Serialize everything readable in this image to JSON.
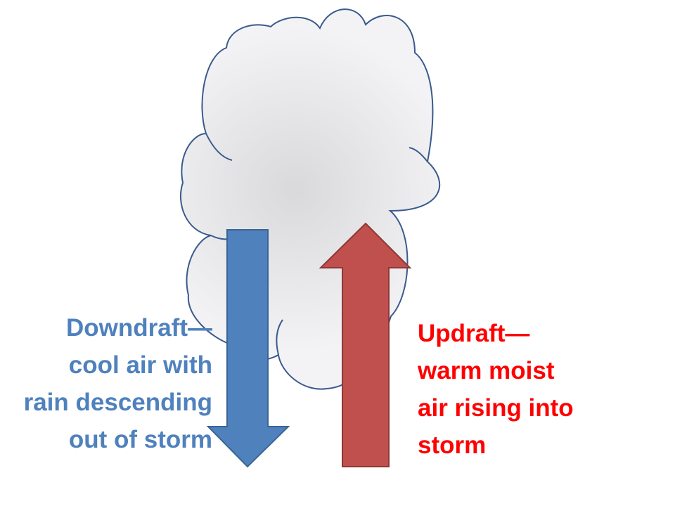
{
  "colors": {
    "cloud_outline": "#3a5a8c",
    "cloud_center": "#d9d9db",
    "cloud_edge": "#f3f3f5",
    "downdraft_fill": "#4f81bd",
    "downdraft_stroke": "#3a6496",
    "downdraft_text": "#4f81bd",
    "updraft_fill": "#c0504d",
    "updraft_stroke": "#8c3835",
    "updraft_text": "#ff0000"
  },
  "downdraft": {
    "lines": [
      "Downdraft—",
      "cool air with",
      "rain descending",
      "out of storm"
    ]
  },
  "updraft": {
    "lines": [
      "Updraft—",
      "warm moist",
      "air rising into",
      "storm"
    ]
  }
}
